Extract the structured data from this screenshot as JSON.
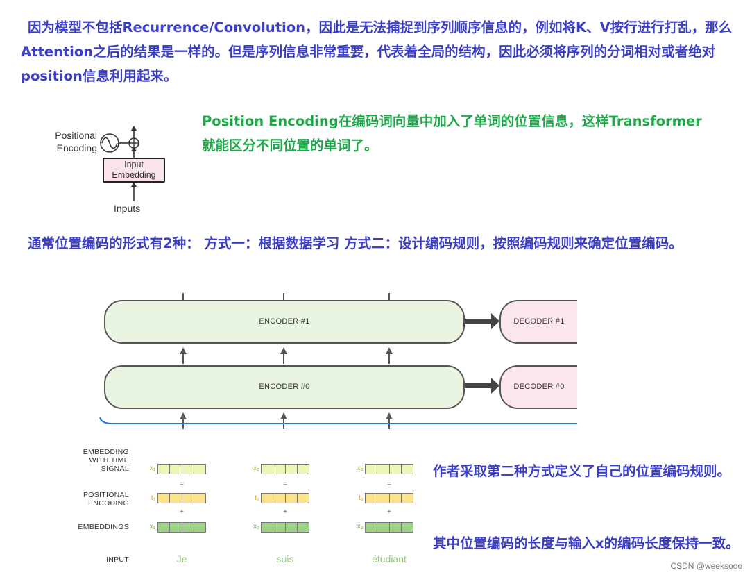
{
  "text": {
    "intro": "因为模型不包括Recurrence/Convolution，因此是无法捕捉到序列顺序信息的，例如将K、V按行进行打乱，那么Attention之后的结果是一样的。但是序列信息非常重要，代表着全局的结构，因此必须将序列的分词相对或者绝对position信息利用起来。",
    "pe_desc": "Position Encoding在编码词向量中加入了单词的位置信息，这样Transformer就能区分不同位置的单词了。",
    "forms": "通常位置编码的形式有2种：  方式一：根据数据学习    方式二：设计编码规则，按照编码规则来确定位置编码。",
    "author_note": "作者采取第二种方式定义了自己的位置编码规则。",
    "length_note": "其中位置编码的长度与输入x的编码长度保持一致。",
    "watermark": "CSDN @weeksooo"
  },
  "pe_figure": {
    "label_line1": "Positional",
    "label_line2": "Encoding",
    "box_line1": "Input",
    "box_line2": "Embedding",
    "inputs": "Inputs"
  },
  "transformer_figure": {
    "encoders": [
      "ENCODER #1",
      "ENCODER #0"
    ],
    "decoders": [
      "DECODER #1",
      "DECODER #0"
    ]
  },
  "embedding_figure": {
    "row_labels": {
      "signal_1": "EMBEDDING",
      "signal_2": "WITH TIME",
      "signal_3": "SIGNAL",
      "pos_1": "POSITIONAL",
      "pos_2": "ENCODING",
      "embeddings": "EMBEDDINGS",
      "input": "INPUT"
    },
    "columns": [
      {
        "x_label": "x₁",
        "t_label": "t₁",
        "emb_label": "x₁",
        "word": "Je"
      },
      {
        "x_label": "x₂",
        "t_label": "t₂",
        "emb_label": "x₂",
        "word": "suis"
      },
      {
        "x_label": "x₃",
        "t_label": "t₃",
        "emb_label": "x₃",
        "word": "étudiant"
      }
    ],
    "equals": "=",
    "plus": "+",
    "colors": {
      "signal": "#eef6b4",
      "positional": "#fde48a",
      "embedding": "#9fd486",
      "signal_label": "#9db82e",
      "positional_label": "#d9a521",
      "embedding_label": "#6aa84f"
    }
  },
  "colors": {
    "blue_text": "#3b3fc8",
    "green_text": "#1fa84a",
    "blue_line": "#1a73e8"
  }
}
